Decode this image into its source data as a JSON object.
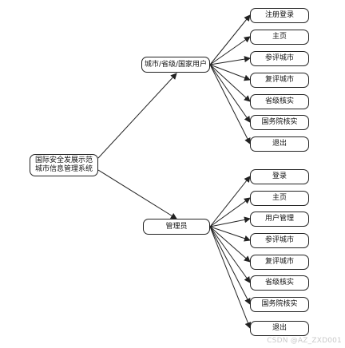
{
  "root": {
    "label": "国际安全发展示范城市信息管理系统"
  },
  "groups": [
    {
      "label": "城市/省级/国家用户",
      "children": [
        "注册登录",
        "主页",
        "参评城市",
        "复评城市",
        "省级核实",
        "国务院核实",
        "退出"
      ]
    },
    {
      "label": "管理员",
      "children": [
        "登录",
        "主页",
        "用户管理",
        "参评城市",
        "复评城市",
        "省级核实",
        "国务院核实",
        "退出"
      ]
    }
  ],
  "watermark": "CSDN @AZ_ZXD001",
  "colors": {
    "line": "#222222",
    "border": "#222222",
    "background": "#ffffff"
  }
}
